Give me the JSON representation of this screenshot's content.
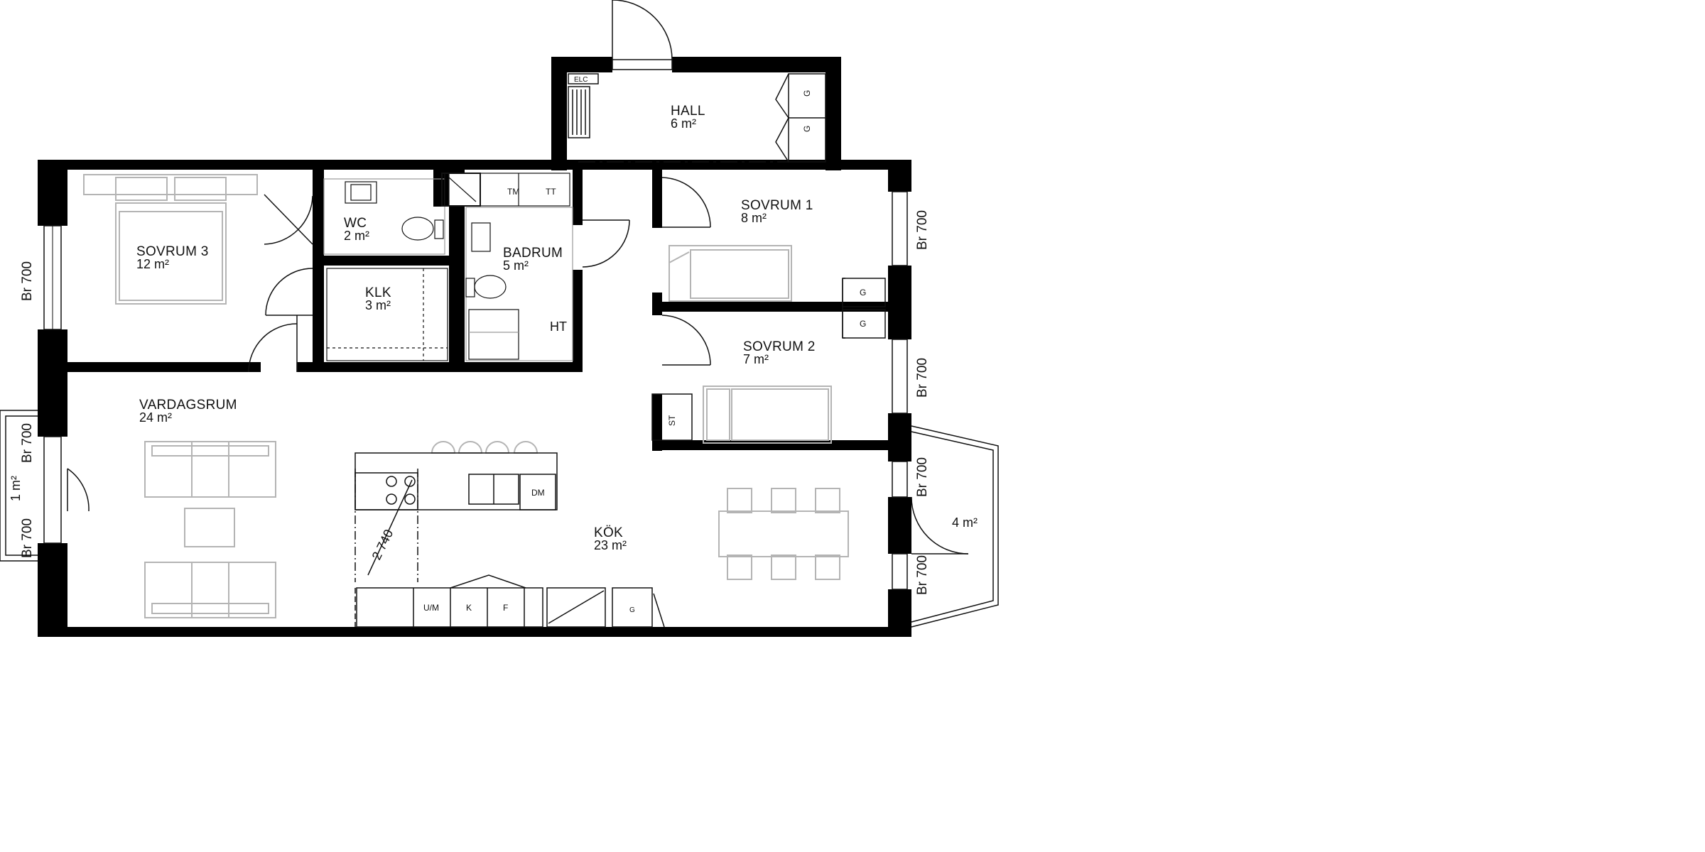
{
  "colors": {
    "wall": "#000000",
    "line": "#111111",
    "furniture": "#b4b4b4",
    "background": "#ffffff"
  },
  "rooms": {
    "hall": {
      "name": "HALL",
      "area": "6 m²"
    },
    "sovrum1": {
      "name": "SOVRUM 1",
      "area": "8 m²"
    },
    "sovrum2": {
      "name": "SOVRUM 2",
      "area": "7 m²"
    },
    "sovrum3": {
      "name": "SOVRUM 3",
      "area": "12 m²"
    },
    "wc": {
      "name": "WC",
      "area": "2 m²"
    },
    "badrum": {
      "name": "BADRUM",
      "area": "5 m²"
    },
    "klk": {
      "name": "KLK",
      "area": "3 m²"
    },
    "vardagsrum": {
      "name": "VARDAGSRUM",
      "area": "24 m²"
    },
    "kok": {
      "name": "KÖK",
      "area": "23 m²"
    },
    "balkong_right": {
      "area": "4 m²"
    },
    "balkong_left": {
      "area": "1 m²"
    }
  },
  "windows": {
    "label": "Br 700"
  },
  "fixtures": {
    "garderob": "G",
    "stad": "ST",
    "elc": "ELC",
    "tm": "TM",
    "tt": "TT",
    "ht": "HT",
    "dm": "DM",
    "um": "U/M",
    "kyl": "K",
    "frys": "F"
  },
  "dimensions": {
    "kitchen_diagonal": "2 740"
  }
}
